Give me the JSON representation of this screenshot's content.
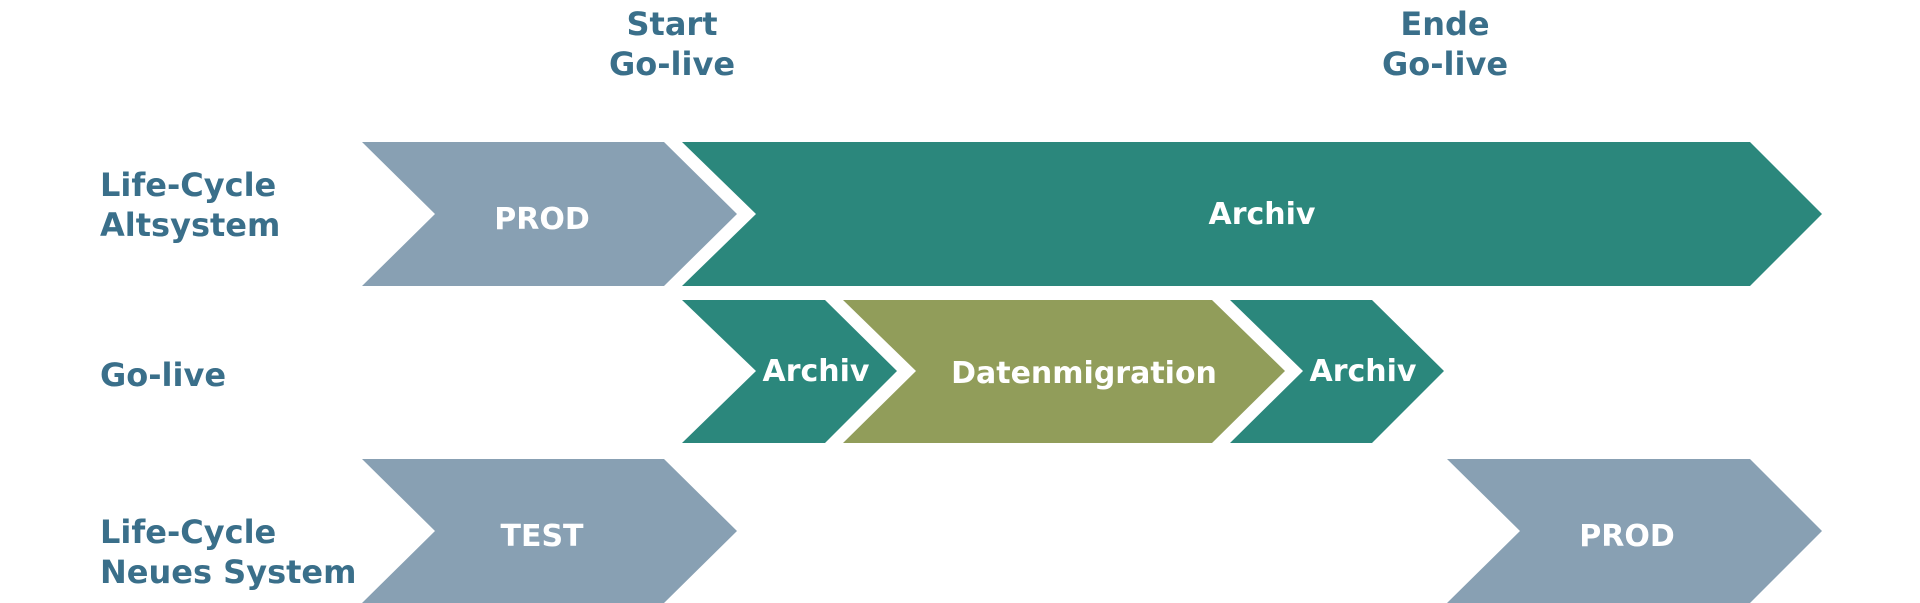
{
  "colors": {
    "label": "#3a6f8a",
    "prod_test": "#88a0b3",
    "archiv": "#2b877c",
    "migration": "#919d5a",
    "arrow_text": "#ffffff"
  },
  "headers": {
    "start": {
      "line1": "Start",
      "line2": "Go-live"
    },
    "ende": {
      "line1": "Ende",
      "line2": "Go-live"
    }
  },
  "rows": {
    "altsystem": {
      "line1": "Life-Cycle",
      "line2": "Altsystem"
    },
    "golive": {
      "line1": "Go-live"
    },
    "neues": {
      "line1": "Life-Cycle",
      "line2": "Neues System"
    }
  },
  "arrows": {
    "alt_prod": "PROD",
    "alt_archiv": "Archiv",
    "golive_archiv_1": "Archiv",
    "golive_migration": "Datenmigration",
    "golive_archiv_2": "Archiv",
    "neu_test": "TEST",
    "neu_prod": "PROD"
  }
}
